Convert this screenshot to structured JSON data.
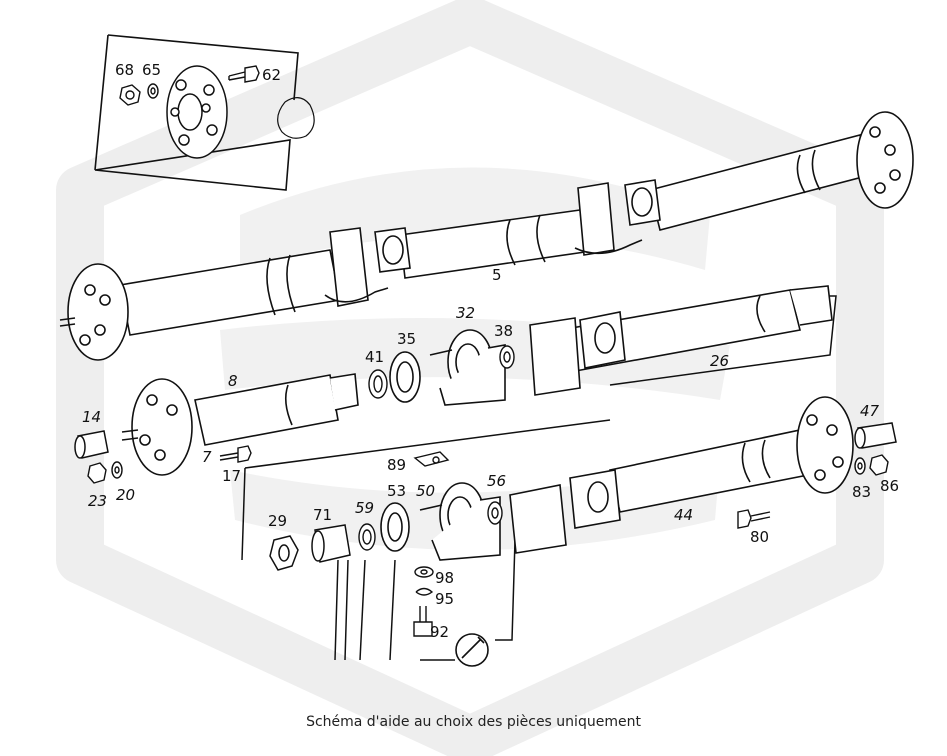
{
  "diagram": {
    "caption": "Schéma d'aide au choix des pièces uniquement",
    "watermark_icon": "brand-logo-watermark",
    "line_color": "#111111",
    "watermark_color": "#eeeeee",
    "labels": {
      "p68": "68",
      "p65": "65",
      "p62": "62",
      "p5": "5",
      "p41": "41",
      "p35": "35",
      "p32": "32",
      "p38": "38",
      "p26": "26",
      "p8": "8",
      "p14": "14",
      "p23": "23",
      "p20": "20",
      "p17": "17",
      "p7": "7",
      "p89": "89",
      "p53": "53",
      "p50": "50",
      "p56": "56",
      "p29": "29",
      "p71": "71",
      "p59": "59",
      "p98": "98",
      "p95": "95",
      "p92": "92",
      "p44": "44",
      "p47": "47",
      "p83": "83",
      "p86": "86",
      "p80": "80"
    }
  }
}
